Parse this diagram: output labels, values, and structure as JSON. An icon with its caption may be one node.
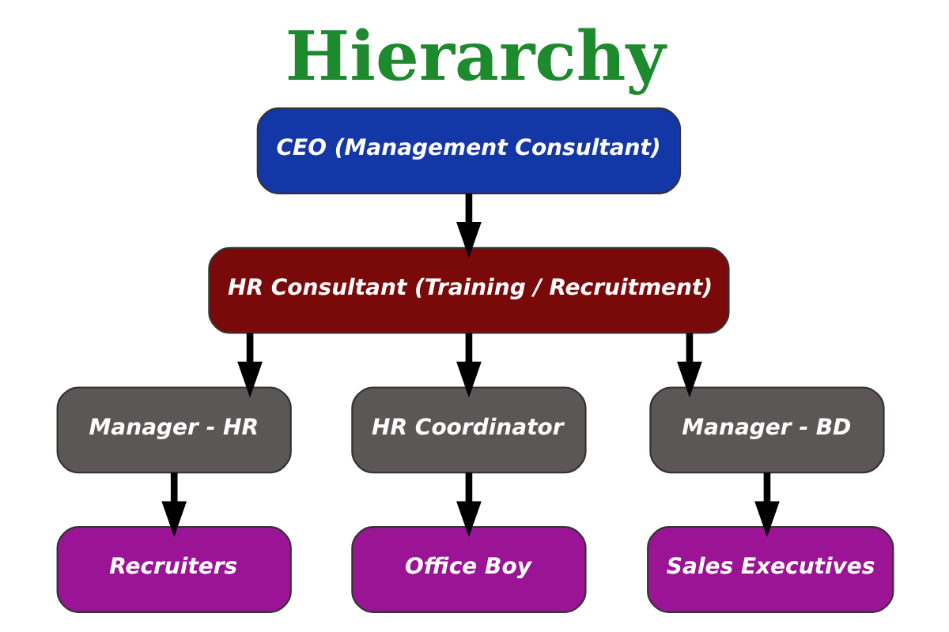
{
  "diagram": {
    "title": "Hierarchy",
    "nodes": [
      {
        "text": [
          "CEO (Management Consultant)"
        ]
      },
      {
        "text": [
          "HR Consultant (Training / Recruitment)"
        ]
      },
      {
        "text": [
          "Manager - HR"
        ]
      },
      {
        "text": [
          "HR Coordinator"
        ]
      },
      {
        "text": [
          "Manager - BD"
        ]
      },
      {
        "text": [
          "Recruiters"
        ]
      },
      {
        "text": [
          "Office Boy"
        ]
      },
      {
        "text": [
          "Sales Executives"
        ]
      }
    ],
    "edges": [
      {
        "from": 0,
        "to": 1,
        "arrow": "to"
      },
      {
        "from": 1,
        "to": 2,
        "arrow": "to"
      },
      {
        "from": 1,
        "to": 3,
        "arrow": "to"
      },
      {
        "from": 1,
        "to": 4,
        "arrow": "to"
      },
      {
        "from": 2,
        "to": 5,
        "arrow": "to"
      },
      {
        "from": 3,
        "to": 6,
        "arrow": "to"
      },
      {
        "from": 4,
        "to": 7,
        "arrow": "to"
      }
    ]
  }
}
